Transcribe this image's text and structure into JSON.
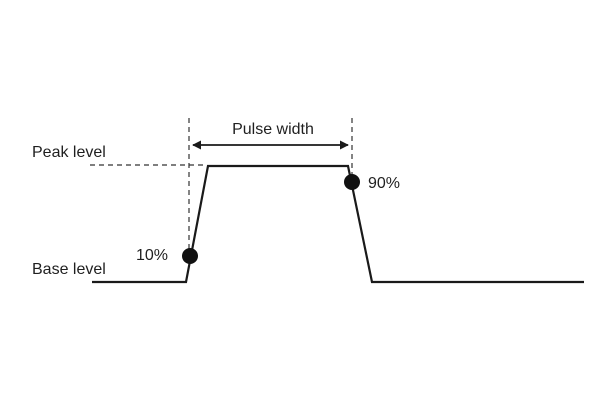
{
  "diagram": {
    "labels": {
      "pulse_width": "Pulse width",
      "peak_level": "Peak level",
      "base_level": "Base level",
      "pct_10": "10%",
      "pct_90": "90%"
    },
    "colors": {
      "waveform": "#1a1a1a",
      "dashed_guide": "#333333",
      "marker": "#111111",
      "text": "#1f1f1f"
    }
  }
}
